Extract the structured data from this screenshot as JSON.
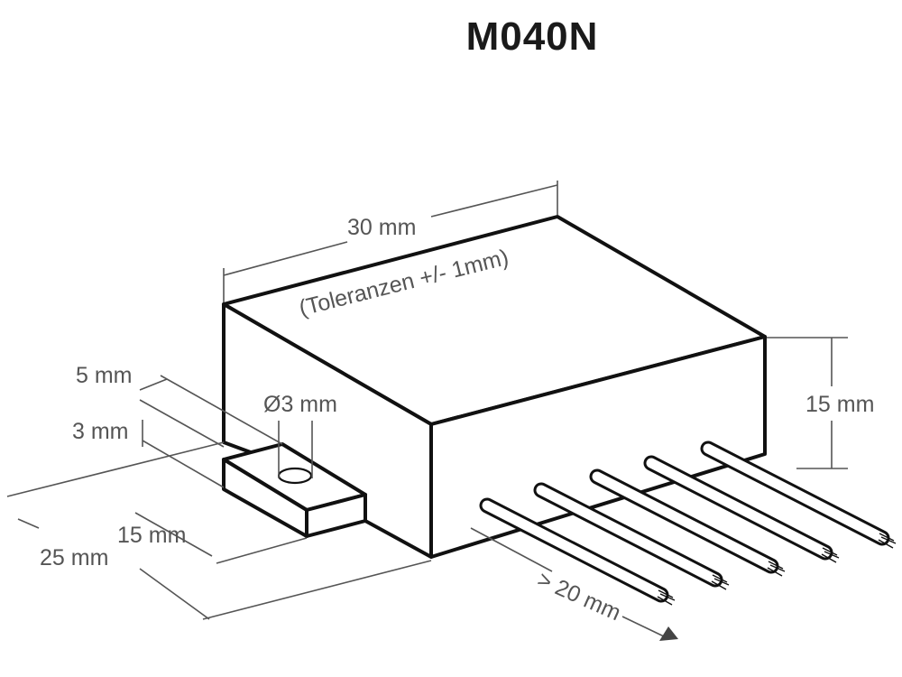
{
  "title": "M040N",
  "labels": {
    "length": "30 mm",
    "tolerance": "(Toleranzen +/- 1mm)",
    "height": "15 mm",
    "tab_width": "5 mm",
    "tab_thickness": "3 mm",
    "hole": "Ø3 mm",
    "tab_length": "15 mm",
    "depth": "25 mm",
    "wire_length": "> 20 mm"
  },
  "wires": [
    {
      "name": "wire-1"
    },
    {
      "name": "wire-2"
    },
    {
      "name": "wire-3"
    },
    {
      "name": "wire-4"
    },
    {
      "name": "wire-5"
    }
  ],
  "colors": {
    "ink": "#111111",
    "dimension": "#555555"
  }
}
